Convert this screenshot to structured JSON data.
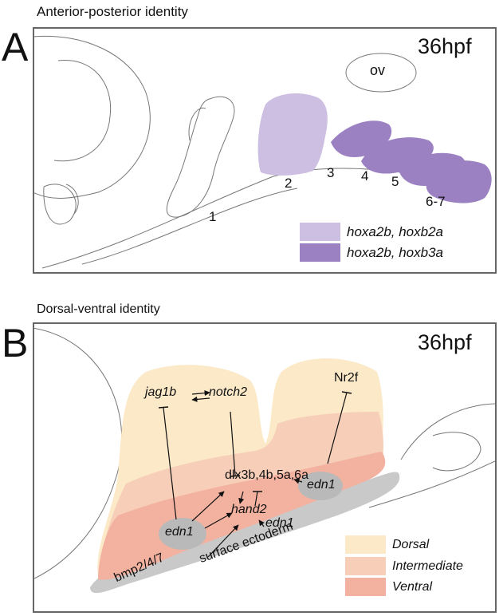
{
  "panel_a": {
    "heading": "Anterior-posterior identity",
    "letter": "A",
    "stage": "36hpf",
    "ov_label": "ov",
    "arch_labels": [
      "1",
      "2",
      "3",
      "4",
      "5",
      "6-7"
    ],
    "legend": [
      {
        "text": "hoxa2b, hoxb2a",
        "color": "#cdbfe2"
      },
      {
        "text": "hoxa2b, hoxb3a",
        "color": "#9b81c2"
      }
    ]
  },
  "panel_b": {
    "heading": "Dorsal-ventral identity",
    "letter": "B",
    "stage": "36hpf",
    "labels": {
      "jag1b": "jag1b",
      "notch2": "notch2",
      "nr2f": "Nr2f",
      "dlx": "dlx3b,4b,5a,6a",
      "hand2": "hand2",
      "edn1_left": "edn1",
      "edn1_right": "edn1",
      "edn1_small": "edn1",
      "bmp": "bmp2/4/7",
      "surface": "surface ectoderm"
    },
    "legend": [
      {
        "text": "Dorsal",
        "color": "#fbe9c8"
      },
      {
        "text": "Intermediate",
        "color": "#f7cfb8"
      },
      {
        "text": "Ventral",
        "color": "#f3b1a0"
      }
    ]
  },
  "colors": {
    "frame": "#666666",
    "outline": "#777777",
    "ectoderm": "#c9c9c9",
    "edn1_blob": "#b9b9b9"
  }
}
